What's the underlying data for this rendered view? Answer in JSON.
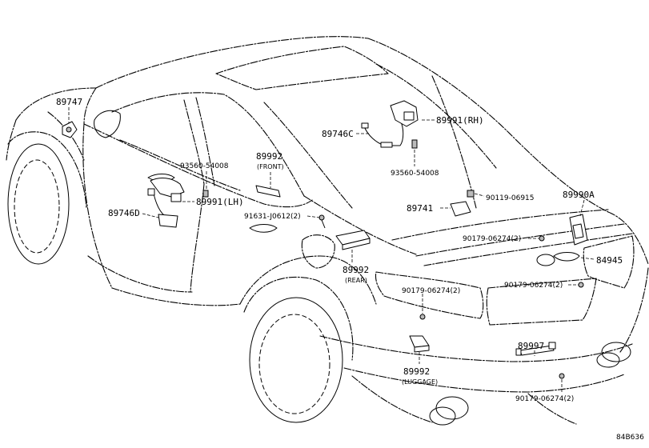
{
  "labels": {
    "p89747": "89747",
    "p89746c": "89746C",
    "p89991rh": "89991(RH)",
    "p93560_top": "93560-54008",
    "p89992front": "89992",
    "front_note": "(FRONT)",
    "p93560_right": "93560-54008",
    "p89991lh": "89991(LH)",
    "p89746d": "89746D",
    "p91631": "91631-J0612(2)",
    "p89741": "89741",
    "p90119": "90119-06915",
    "p89990a": "89990A",
    "p90179_a": "90179-06274(2)",
    "p84945": "84945",
    "p89992rear": "89992",
    "rear_note": "(REAR)",
    "p90179_b": "90179-06274(2)",
    "p90179_c": "90179-06274(2)",
    "p89997": "89997",
    "p89992luggage": "89992",
    "luggage_note": "(LUGGAGE)",
    "p90179_d": "90179-06274(2)",
    "diagram_code": "84B636"
  }
}
